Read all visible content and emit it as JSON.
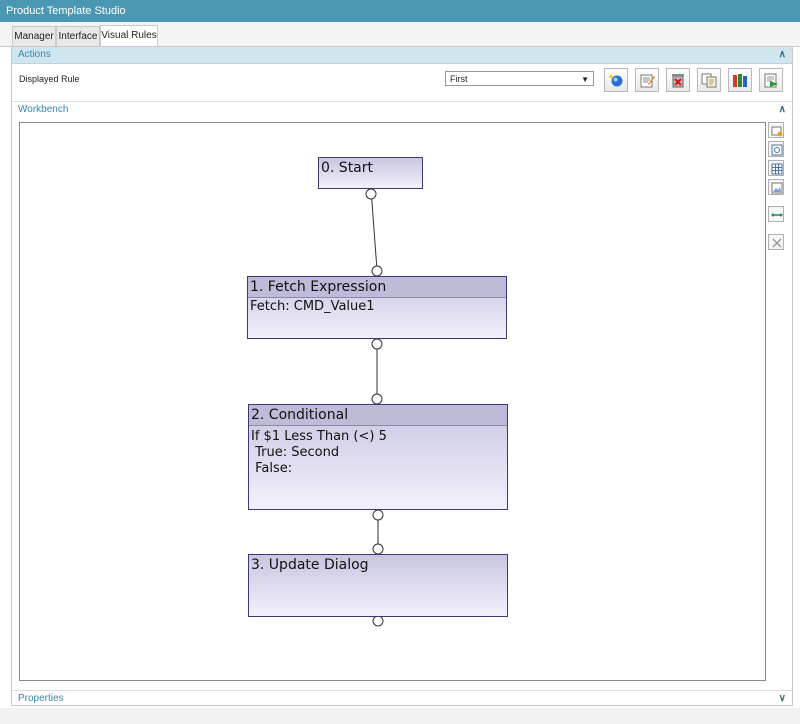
{
  "window": {
    "title": "Product Template Studio"
  },
  "tabs": [
    {
      "label": "Manager"
    },
    {
      "label": "Interface"
    },
    {
      "label": "Visual Rules",
      "active": true
    }
  ],
  "actions": {
    "header": "Actions",
    "displayed_rule_label": "Displayed Rule",
    "rule_select_value": "First",
    "toolbar_icons": [
      "new-rule-icon",
      "edit-rule-icon",
      "delete-rule-icon",
      "copy-rule-icon",
      "rule-library-icon",
      "run-rule-icon"
    ]
  },
  "workbench": {
    "header": "Workbench",
    "side_tools": [
      "add-node-icon",
      "zoom-icon",
      "grid-icon",
      "image-icon",
      "connect-icon",
      "delete-icon"
    ],
    "nodes": [
      {
        "title": "0. Start",
        "body": ""
      },
      {
        "title": "1. Fetch Expression",
        "body": "Fetch: CMD_Value1"
      },
      {
        "title": "2. Conditional",
        "body": "If $1 Less Than (<) 5\n True: Second\n False:"
      },
      {
        "title": "3. Update Dialog",
        "body": ""
      }
    ]
  },
  "properties": {
    "header": "Properties"
  },
  "colors": {
    "titlebar": "#4a97b4",
    "section_header": "#cfe6ef",
    "node_fill": "#d9d7ee",
    "node_border": "#3a3a7a"
  }
}
